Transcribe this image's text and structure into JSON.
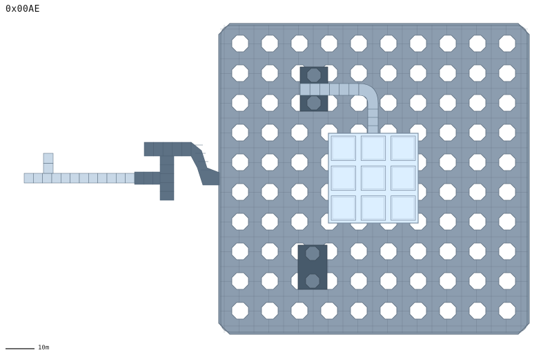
{
  "map": {
    "title": "0x00AE",
    "scale_label": "10m",
    "grid_rows": 10,
    "grid_cols": 10
  },
  "colors": {
    "background": "#ffffff",
    "floor": "#8c9daf",
    "floor_stroke": "#5d6d7e",
    "hole": "#ffffff",
    "corridor_dark": "#5d7184",
    "corridor_light": "#b2c5d7",
    "corridor_lighter": "#c8d8e7",
    "room_fill": "#dcefff",
    "room_stroke": "#7c8fa3",
    "shaft": "#475a6b"
  },
  "icons": {
    "scale_bar": "scale-bar-icon"
  }
}
